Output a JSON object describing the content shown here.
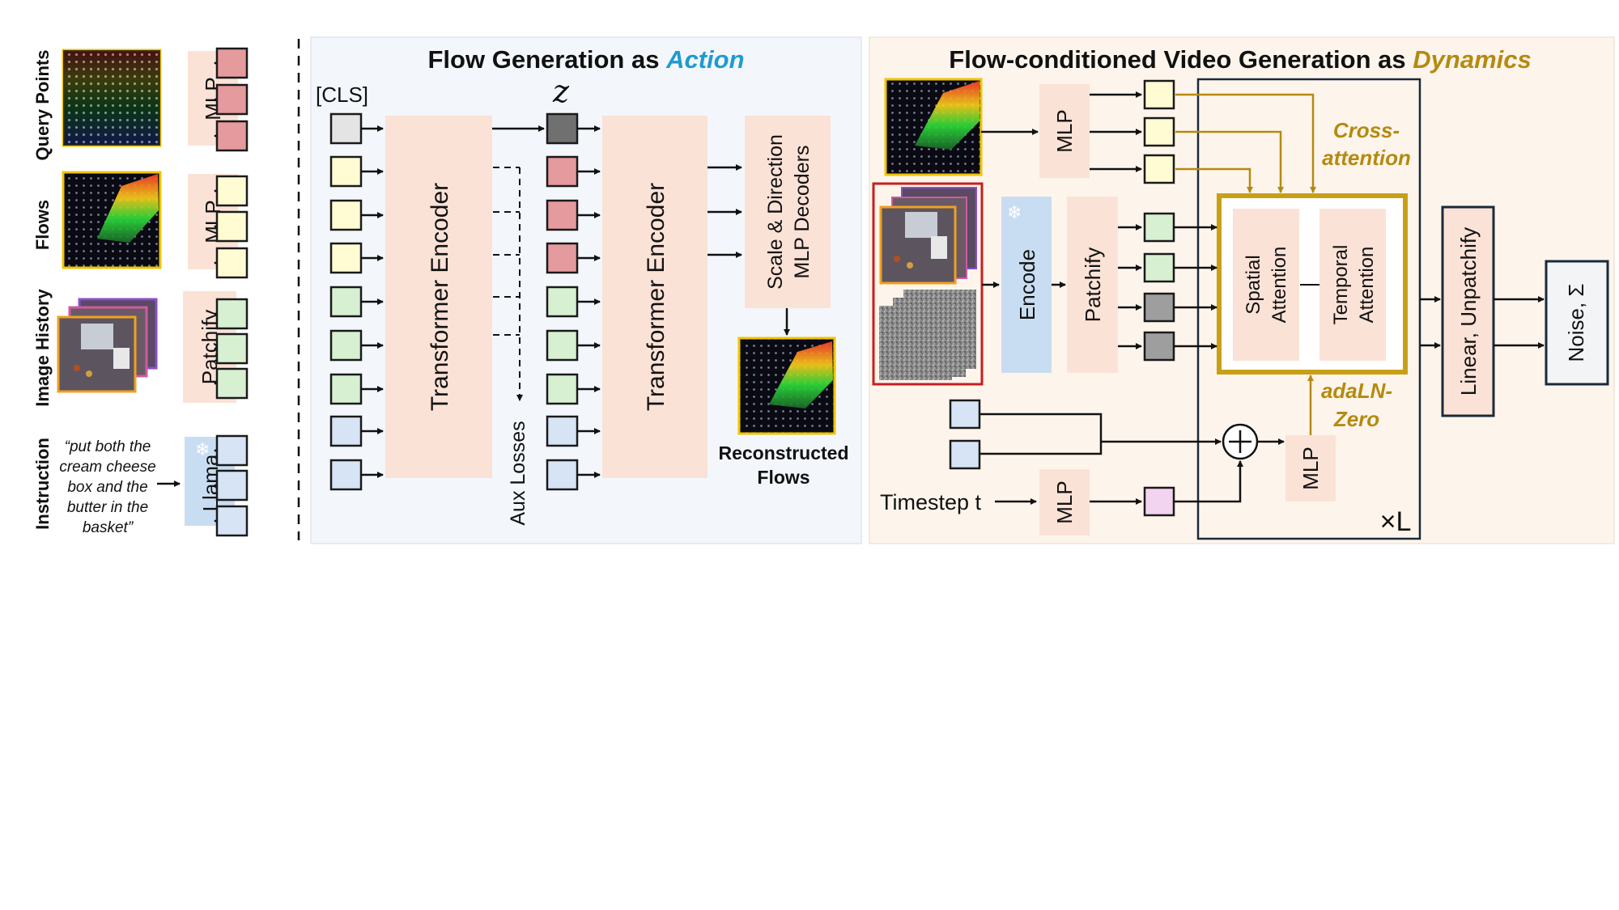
{
  "left_section": {
    "row_labels": {
      "query_points": "Query Points",
      "flows": "Flows",
      "image_history": "Image History",
      "instruction": "Instruction"
    },
    "mlp_query": "MLP",
    "mlp_flows": "MLP",
    "patchify": "Patchify",
    "llama": "Llama",
    "instruction_text": [
      "“put both the",
      "cream cheese",
      "box and the",
      "butter in the",
      "basket”"
    ]
  },
  "action_panel": {
    "title_prefix": "Flow Generation as ",
    "title_highlight": "Action",
    "cls_label": "[CLS]",
    "encoder1": "Transformer Encoder",
    "z_label": "z",
    "encoder2": "Transformer Encoder",
    "aux_losses": "Aux Losses",
    "decoder_line1": "Scale & Direction",
    "decoder_line2": "MLP Decoders",
    "reconstructed_line1": "Reconstructed",
    "reconstructed_line2": "Flows"
  },
  "dynamics_panel": {
    "title_prefix": "Flow-conditioned Video Generation as ",
    "title_highlight": "Dynamics",
    "mlp_top": "MLP",
    "encode": "Encode",
    "patchify": "Patchify",
    "spatial_line1": "Spatial",
    "spatial_line2": "Attention",
    "temporal_line1": "Temporal",
    "temporal_line2": "Attention",
    "cross_line1": "Cross-",
    "cross_line2": "attention",
    "adaln_line1": "adaLN-",
    "adaln_line2": "Zero",
    "mlp_cond": "MLP",
    "timestep": "Timestep t",
    "mlp_timestep": "MLP",
    "repeat": "×L",
    "linear_unpatchify": "Linear, Unpatchify",
    "noise": "Noise, Σ"
  },
  "colors": {
    "peach": "#fbe2d6",
    "blue_fill": "#d6e4f5",
    "pink_token": "#e59a9e",
    "yellow_token": "#fffbd2",
    "green_token": "#d8f0d2",
    "gray_token": "#9e9e9e",
    "dark_token": "#707070",
    "violet_token": "#f2d4f0",
    "cls_token": "#e4e4e4",
    "action_blue": "#1f9bd1",
    "dynamics_gold": "#b58a10",
    "action_bg": "#f3f7fc",
    "dynamics_bg": "#fdf5ec"
  }
}
